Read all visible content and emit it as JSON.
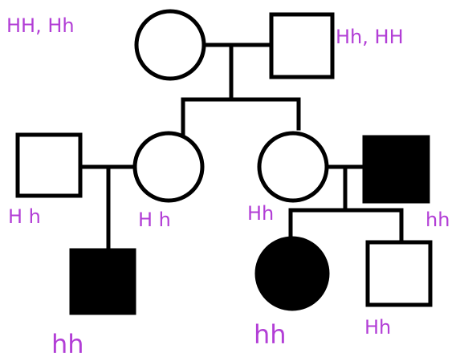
{
  "colors": {
    "line": "#000000",
    "affected_fill": "#000000",
    "unaffected_fill": "#ffffff",
    "genotype_text": "#b23ed6"
  },
  "individuals": [
    {
      "id": "gen1-mother",
      "shape": "circle",
      "affected": false,
      "genotype": "HH, Hh"
    },
    {
      "id": "gen1-father",
      "shape": "square",
      "affected": false,
      "genotype": "Hh, HH"
    },
    {
      "id": "gen2-husband-left",
      "shape": "square",
      "affected": false,
      "genotype": "H h"
    },
    {
      "id": "gen2-daughter-left",
      "shape": "circle",
      "affected": false,
      "genotype": "H h"
    },
    {
      "id": "gen2-daughter-right",
      "shape": "circle",
      "affected": false,
      "genotype": "Hh"
    },
    {
      "id": "gen2-husband-right",
      "shape": "square",
      "affected": true,
      "genotype": "hh"
    },
    {
      "id": "gen3-son-left",
      "shape": "square",
      "affected": true,
      "genotype": "hh"
    },
    {
      "id": "gen3-daughter-right",
      "shape": "circle",
      "affected": true,
      "genotype": "hh"
    },
    {
      "id": "gen3-son-right",
      "shape": "square",
      "affected": false,
      "genotype": "Hh"
    }
  ]
}
